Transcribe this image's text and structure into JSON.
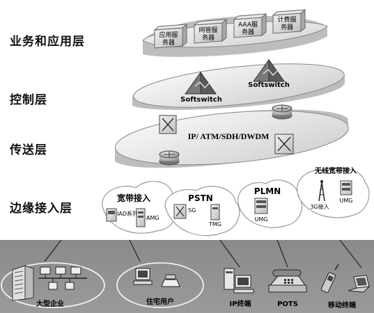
{
  "layers": {
    "service": "业务和应用层",
    "control": "控制层",
    "transport": "传送层",
    "edge": "边缘接入层"
  },
  "servers": {
    "app_server": "应用服务器",
    "gateway_server": "网管服务器",
    "aaa_server": "AAA服务器",
    "billing_server": "计费服务器"
  },
  "control": {
    "softswitch_left": "Softswitch",
    "softswitch_right": "Softswitch"
  },
  "transport": {
    "protocols": "IP/ ATM/SDH/DWDM"
  },
  "access": {
    "broadband_title": "宽带接入",
    "iad": "IAD系列",
    "amg": "AMG",
    "pstn_title": "PSTN",
    "sg": "SG",
    "tmg": "TMG",
    "plmn_title": "PLMN",
    "plmn_umg": "UMG",
    "wireless_title": "无线宽带接入",
    "g3_access": "3G接入",
    "wireless_umg": "UMG"
  },
  "users": {
    "enterprise": "大型企业",
    "residential": "住宅用户",
    "ip_terminal": "IP终端",
    "pots": "POTS",
    "mobile_terminal": "移动终端"
  }
}
